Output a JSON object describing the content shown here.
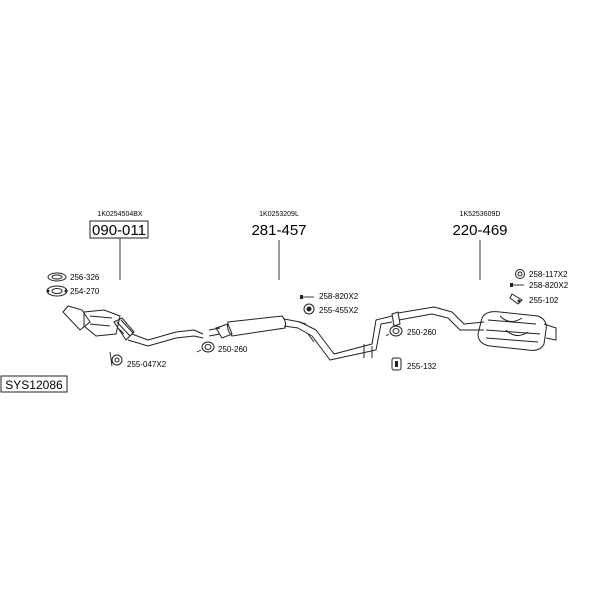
{
  "system_code": "SYS12086",
  "sections": [
    {
      "oe_number": "1K0254504BX",
      "part_number": "090-011",
      "boxed": true
    },
    {
      "oe_number": "1K0253209L",
      "part_number": "281-457",
      "boxed": false
    },
    {
      "oe_number": "1K5253609D",
      "part_number": "220-469",
      "boxed": false
    }
  ],
  "accessories": [
    {
      "number": "256-326",
      "icon": "gasket-ring-icon"
    },
    {
      "number": "254-270",
      "icon": "flange-gasket-icon"
    },
    {
      "number": "255-047X2",
      "icon": "rubber-hanger-icon"
    },
    {
      "number": "250-260",
      "icon": "pipe-clamp-icon"
    },
    {
      "number": "258-820X2",
      "icon": "bolt-icon"
    },
    {
      "number": "255-455X2",
      "icon": "rubber-mount-icon"
    },
    {
      "number": "250-260",
      "icon": "pipe-clamp-icon"
    },
    {
      "number": "255-132",
      "icon": "rubber-hanger-icon"
    },
    {
      "number": "258-117X2",
      "icon": "washer-ring-icon"
    },
    {
      "number": "258-820X2",
      "icon": "bolt-icon"
    },
    {
      "number": "255-102",
      "icon": "bracket-hanger-icon"
    }
  ]
}
